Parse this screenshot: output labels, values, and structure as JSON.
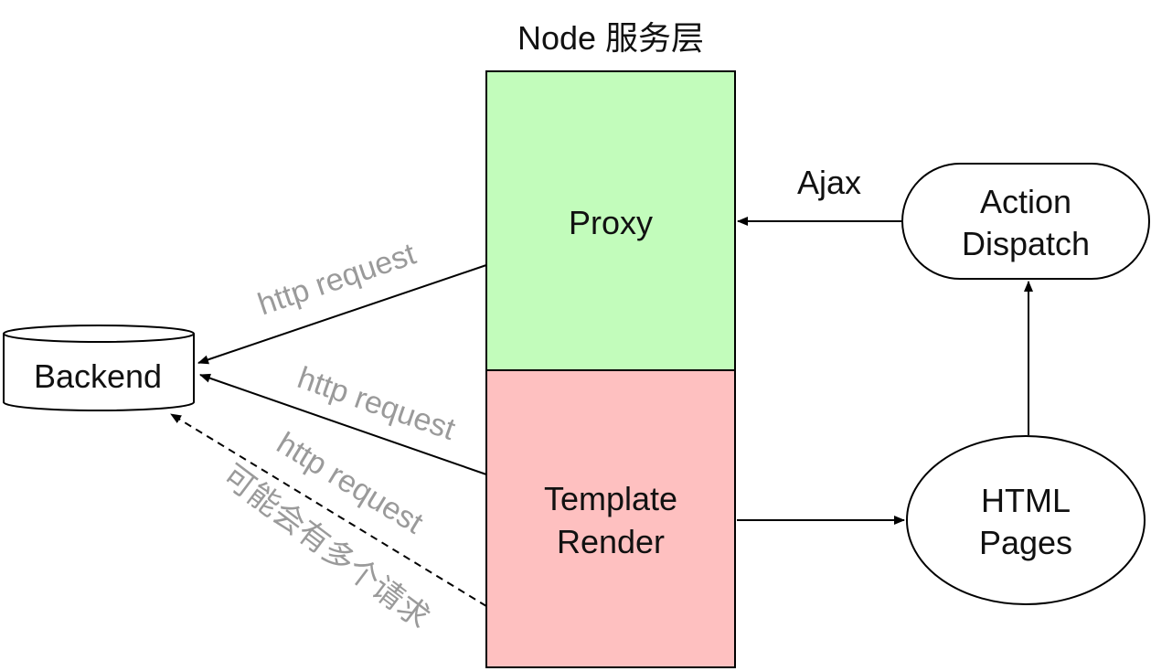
{
  "title": "Node 服务层",
  "blocks": {
    "proxy": {
      "label": "Proxy",
      "color": "#c2fcbb"
    },
    "template_render": {
      "line1": "Template",
      "line2": "Render",
      "color": "#fec0c0"
    }
  },
  "backend": {
    "label": "Backend"
  },
  "action_dispatch": {
    "line1": "Action",
    "line2": "Dispatch"
  },
  "html_pages": {
    "line1": "HTML",
    "line2": "Pages"
  },
  "edges": {
    "ajax": "Ajax",
    "proxy_to_backend": "http request",
    "render_to_backend": "http request",
    "render_to_backend_dashed": "http request",
    "multi_request_note": "可能会有多个请求"
  }
}
